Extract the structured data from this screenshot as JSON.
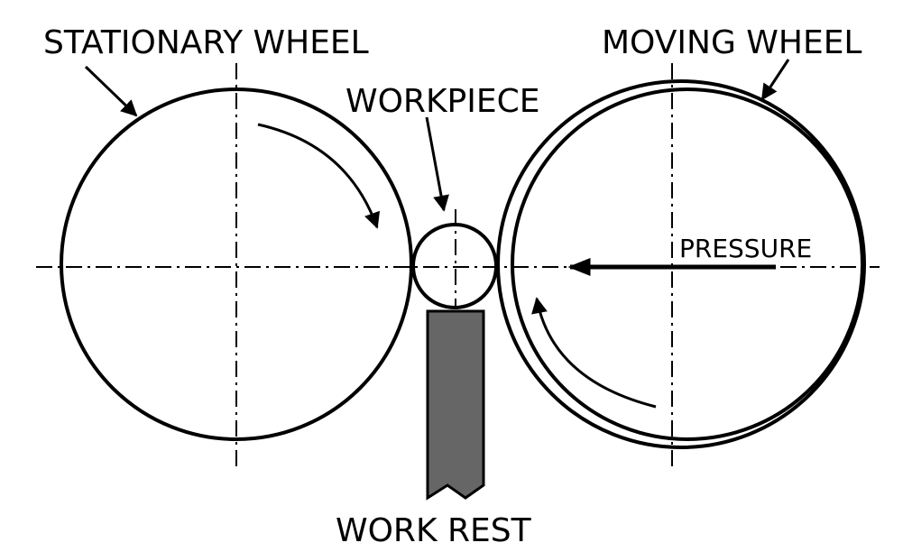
{
  "labels": {
    "stationary_wheel": "STATIONARY WHEEL",
    "moving_wheel": "MOVING WHEEL",
    "workpiece": "WORKPIECE",
    "pressure": "PRESSURE",
    "work_rest": "WORK REST"
  },
  "colors": {
    "line": "#000000",
    "work_rest_fill": "#666666",
    "background": "#ffffff"
  }
}
